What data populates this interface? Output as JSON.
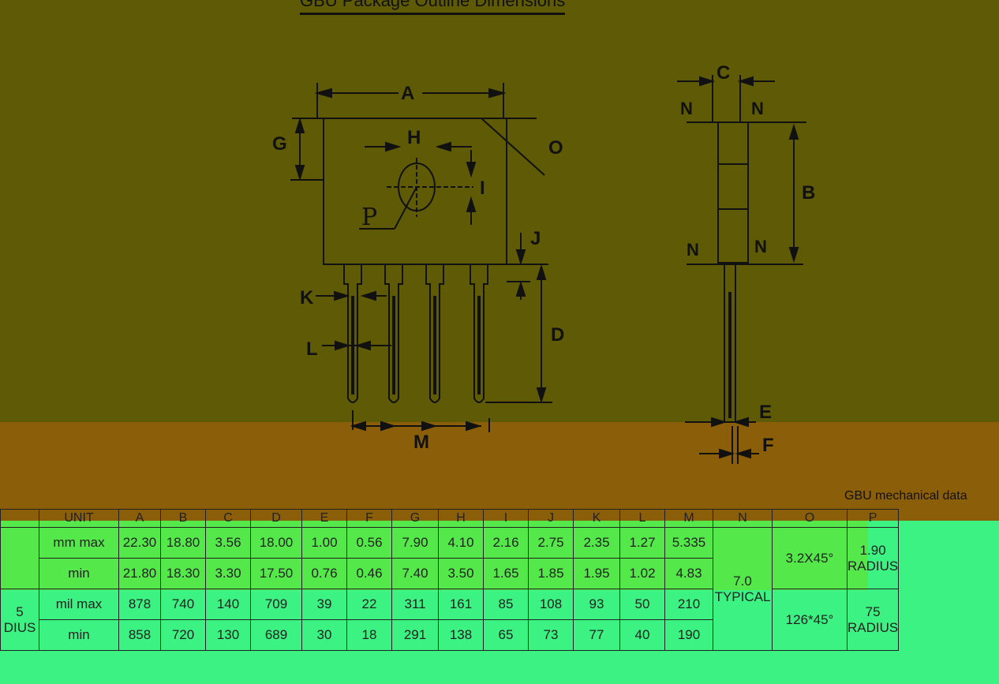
{
  "title": "GBU Package Outline Dimensions",
  "caption": "GBU mechanical data",
  "labels": {
    "A": "A",
    "B": "B",
    "C": "C",
    "D": "D",
    "E": "E",
    "F": "F",
    "G": "G",
    "H": "H",
    "I": "I",
    "J": "J",
    "K": "K",
    "L": "L",
    "M": "M",
    "N": "N",
    "O": "O",
    "P": "P"
  },
  "table": {
    "header": [
      "UNIT",
      "A",
      "B",
      "C",
      "D",
      "E",
      "F",
      "G",
      "H",
      "I",
      "J",
      "K",
      "L",
      "M",
      "N",
      "O",
      "P"
    ],
    "mm_unit": "mm",
    "mil_unit": "mil",
    "max_label": "max",
    "min_label": "min",
    "mm_max": [
      "22.30",
      "18.80",
      "3.56",
      "18.00",
      "1.00",
      "0.56",
      "7.90",
      "4.10",
      "2.16",
      "2.75",
      "2.35",
      "1.27",
      "5.335"
    ],
    "mm_min": [
      "21.80",
      "18.30",
      "3.30",
      "17.50",
      "0.76",
      "0.46",
      "7.40",
      "3.50",
      "1.65",
      "1.85",
      "1.95",
      "1.02",
      "4.83"
    ],
    "mil_max": [
      "878",
      "740",
      "140",
      "709",
      "39",
      "22",
      "311",
      "161",
      "85",
      "108",
      "93",
      "50",
      "210"
    ],
    "mil_min": [
      "858",
      "720",
      "130",
      "689",
      "30",
      "18",
      "291",
      "138",
      "65",
      "73",
      "77",
      "40",
      "190"
    ],
    "n_value": "7.0",
    "n_note": "TYPICAL",
    "o_mm": "3.2X45°",
    "o_mil": "126*45°",
    "p_mm": "1.90",
    "p_mil": "75",
    "p_note": "RADIUS",
    "side_left_top": "5",
    "side_left_note": "DIUS"
  }
}
